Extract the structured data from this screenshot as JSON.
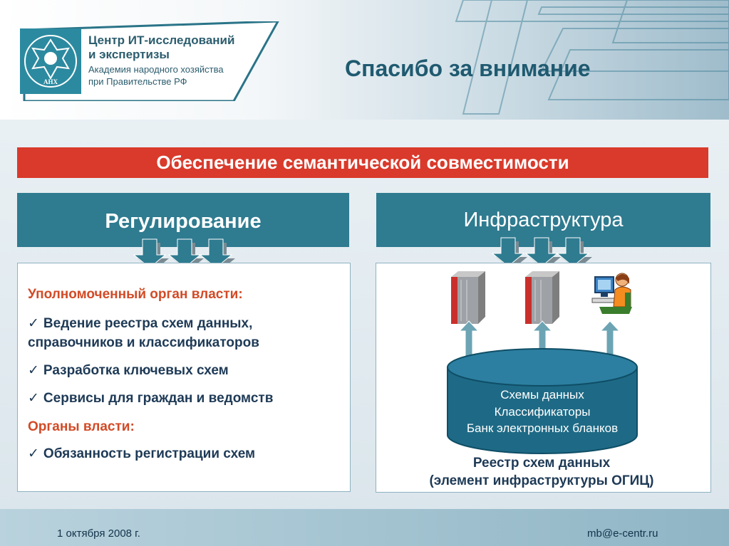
{
  "header": {
    "logo": {
      "line1": "Центр ИТ-исследований",
      "line2": "и экспертизы",
      "line3": "Академия народного хозяйства",
      "line4": "при Правительстве РФ",
      "emblem_text": "АНХ"
    },
    "title": "Спасибо за внимание"
  },
  "banner": {
    "text": "Обеспечение семантической совместимости"
  },
  "left_panel": {
    "title": "Регулирование",
    "section1": "Уполномоченный орган власти:",
    "items1": [
      {
        "line1": "Ведение реестра схем данных,",
        "line2": "справочников и классификаторов"
      },
      {
        "line1": "Разработка ключевых схем"
      },
      {
        "line1": "Сервисы для граждан и ведомств"
      }
    ],
    "section2": "Органы власти:",
    "items2": [
      {
        "line1": "Обязанность регистрации схем"
      }
    ]
  },
  "right_panel": {
    "title": "Инфраструктура",
    "db_lines": [
      "Схемы данных",
      "Классификаторы",
      "Банк электронных бланков"
    ],
    "caption_line1": "Реестр схем данных",
    "caption_line2": "(элемент инфраструктуры ОГИЦ)"
  },
  "footer": {
    "date": "1 октября 2008 г.",
    "email": "mb@e-centr.ru"
  },
  "colors": {
    "accent_red": "#d93a2b",
    "panel_teal": "#2f7b90",
    "title_blue": "#1f5a70"
  },
  "icons": [
    "emblem-icon",
    "down-arrow-icon",
    "server-icon",
    "operator-icon",
    "bidirectional-arrow-icon",
    "checkmark-icon"
  ]
}
